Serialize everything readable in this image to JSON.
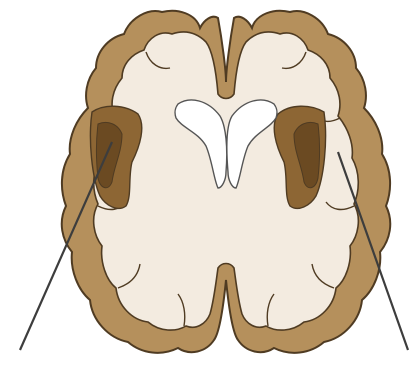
{
  "diagram": {
    "kind": "axial-brain-section",
    "structures": [
      "cerebral-cortex",
      "white-matter",
      "lateral-ventricles",
      "insular-cortex-left",
      "insular-cortex-right",
      "longitudinal-fissure"
    ],
    "pointer_lines": 2,
    "labels": []
  },
  "colors": {
    "background": "#ffffff",
    "cortex_fill": "#b5905c",
    "cortex_outline": "#4f3b22",
    "white_matter": "#f3ebe0",
    "insula_dark": "#6b4a22",
    "insula_mid": "#8d6634",
    "ventricle_fill": "#ffffff",
    "ventricle_outline": "#555555",
    "pointer_line": "#3d3d3d"
  }
}
